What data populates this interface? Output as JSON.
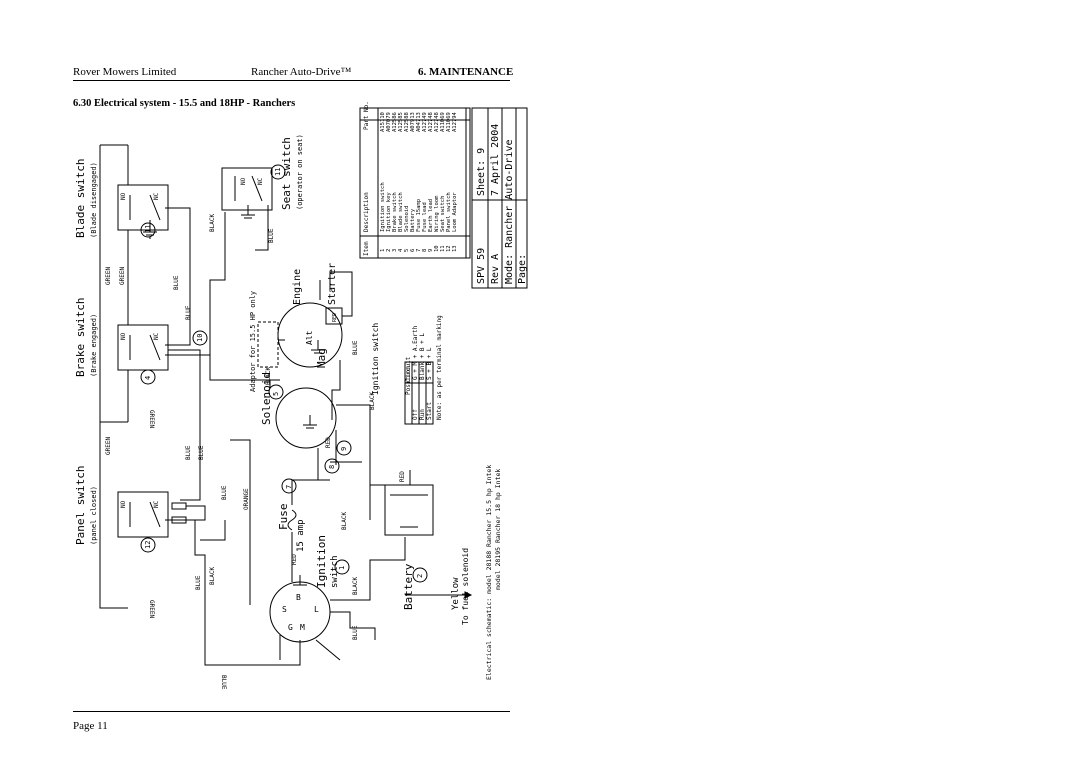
{
  "header": {
    "company": "Rover Mowers Limited",
    "product": "Rancher Auto-Drive™",
    "section": "6. MAINTENANCE"
  },
  "section_title": "6.30 Electrical system - 15.5 and 18HP - Ranchers",
  "footer": {
    "page": "Page 11"
  },
  "schematic": {
    "blade_switch": {
      "title": "Blade switch",
      "sub": "(Blade disengaged)",
      "num": "11"
    },
    "brake_switch": {
      "title": "Brake switch",
      "sub": "(Brake engaged)",
      "num": "4"
    },
    "panel_switch": {
      "title": "Panel switch",
      "sub": "(panel closed)",
      "num": "12"
    },
    "seat_switch": {
      "title": "Seat switch",
      "sub": "(operator on seat)",
      "num": "11"
    },
    "engine": "Engine",
    "starter": "Starter",
    "alt": "Alt",
    "mag": "Mag",
    "adaptor_note": "Adaptor for 15.5 HP only",
    "solenoid": {
      "title": "Solenoid",
      "num": "5"
    },
    "fuse": {
      "title": "Fuse",
      "num": "7",
      "rating": "15 amp"
    },
    "ignition_switch": {
      "title1": "Ignition",
      "title2": "switch",
      "num": "1"
    },
    "battery": {
      "title": "Battery",
      "num": "2"
    },
    "num_9": "9",
    "num_8": "8",
    "num_10": "10",
    "yellow": "Yellow",
    "fuel_note": "To fuel solenoid",
    "ign_terminals": {
      "s": "S",
      "b": "B",
      "l": "L",
      "g": "G",
      "m": "M"
    },
    "contacts": {
      "no": "NO",
      "nc": "NC"
    },
    "wires": {
      "green": "GREEN",
      "blue": "BLUE",
      "black": "BLACK",
      "red": "RED",
      "orange": "ORANGE"
    },
    "ignition_table": {
      "title": "Ignition switch",
      "headers": [
        "Position",
        "Circuit"
      ],
      "rows": [
        [
          "Off",
          "G + M + A.Earth"
        ],
        [
          "Run",
          "Blank + B + L"
        ],
        [
          "Start",
          "S + B + L"
        ]
      ],
      "note": "Note: as per terminal marking"
    },
    "parts_table": {
      "headers": [
        "Item",
        "Description",
        "Part No."
      ],
      "rows": [
        [
          "1",
          "Ignition switch",
          "A15110"
        ],
        [
          "2",
          "Ignition key",
          "A07079"
        ],
        [
          "3",
          "Brake switch",
          "A12586"
        ],
        [
          "4",
          "Blade switch",
          "A12585"
        ],
        [
          "5",
          "Solenoid",
          "A12588"
        ],
        [
          "6",
          "Battery",
          "A07913"
        ],
        [
          "7",
          "Fuse 15amp",
          "A04713"
        ],
        [
          "8",
          "Fuse lead",
          "A12749"
        ],
        [
          "9",
          "Earth lead",
          "A12748"
        ],
        [
          "10",
          "Wiring loom",
          "A12748"
        ],
        [
          "11",
          "Seat switch",
          "A11069"
        ],
        [
          "12",
          "Panel switch",
          "A11069"
        ],
        [
          "13",
          "Loom Adaptor",
          "A12794"
        ]
      ]
    },
    "title_block": {
      "spv": "SPV 59",
      "sheet": "Sheet: 9",
      "rev": "Rev A",
      "date": "7 April 2004",
      "mode": "Mode: Rancher Auto-Drive",
      "page": "Page:"
    },
    "schematic_note": {
      "line1": "Electrical schematic: model 28188 Rancher 15.5 hp Intek",
      "line2": "model 28195 Rancher 18 hp Intek"
    }
  }
}
